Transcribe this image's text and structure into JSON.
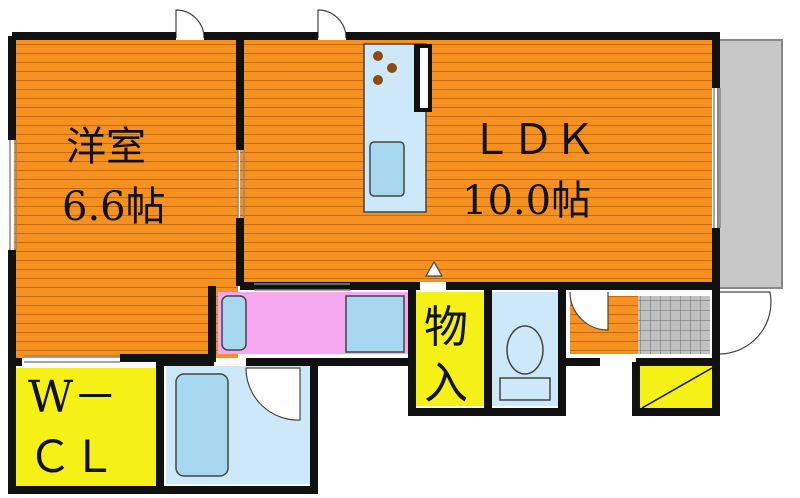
{
  "rooms": {
    "western": {
      "name": "洋室",
      "size": "6.6帖"
    },
    "ldk": {
      "name": "ＬＤＫ",
      "size": "10.0帖"
    },
    "storage": {
      "name_top": "物",
      "name_bottom": "入"
    },
    "walkin": {
      "name_top": "W－",
      "name_bottom": "ＣＬ"
    }
  },
  "colors": {
    "wall": "#111111",
    "floor_orange": "#f59121",
    "floor_line": "#c96a10",
    "closet_yellow": "#f5f016",
    "washroom_pink": "#f5a8f0",
    "fixture_blue": "#a8d8f0",
    "fixture_light": "#cde8f8",
    "balcony_gray": "#c8c8c8",
    "tile_gray": "#c0c0c0"
  }
}
